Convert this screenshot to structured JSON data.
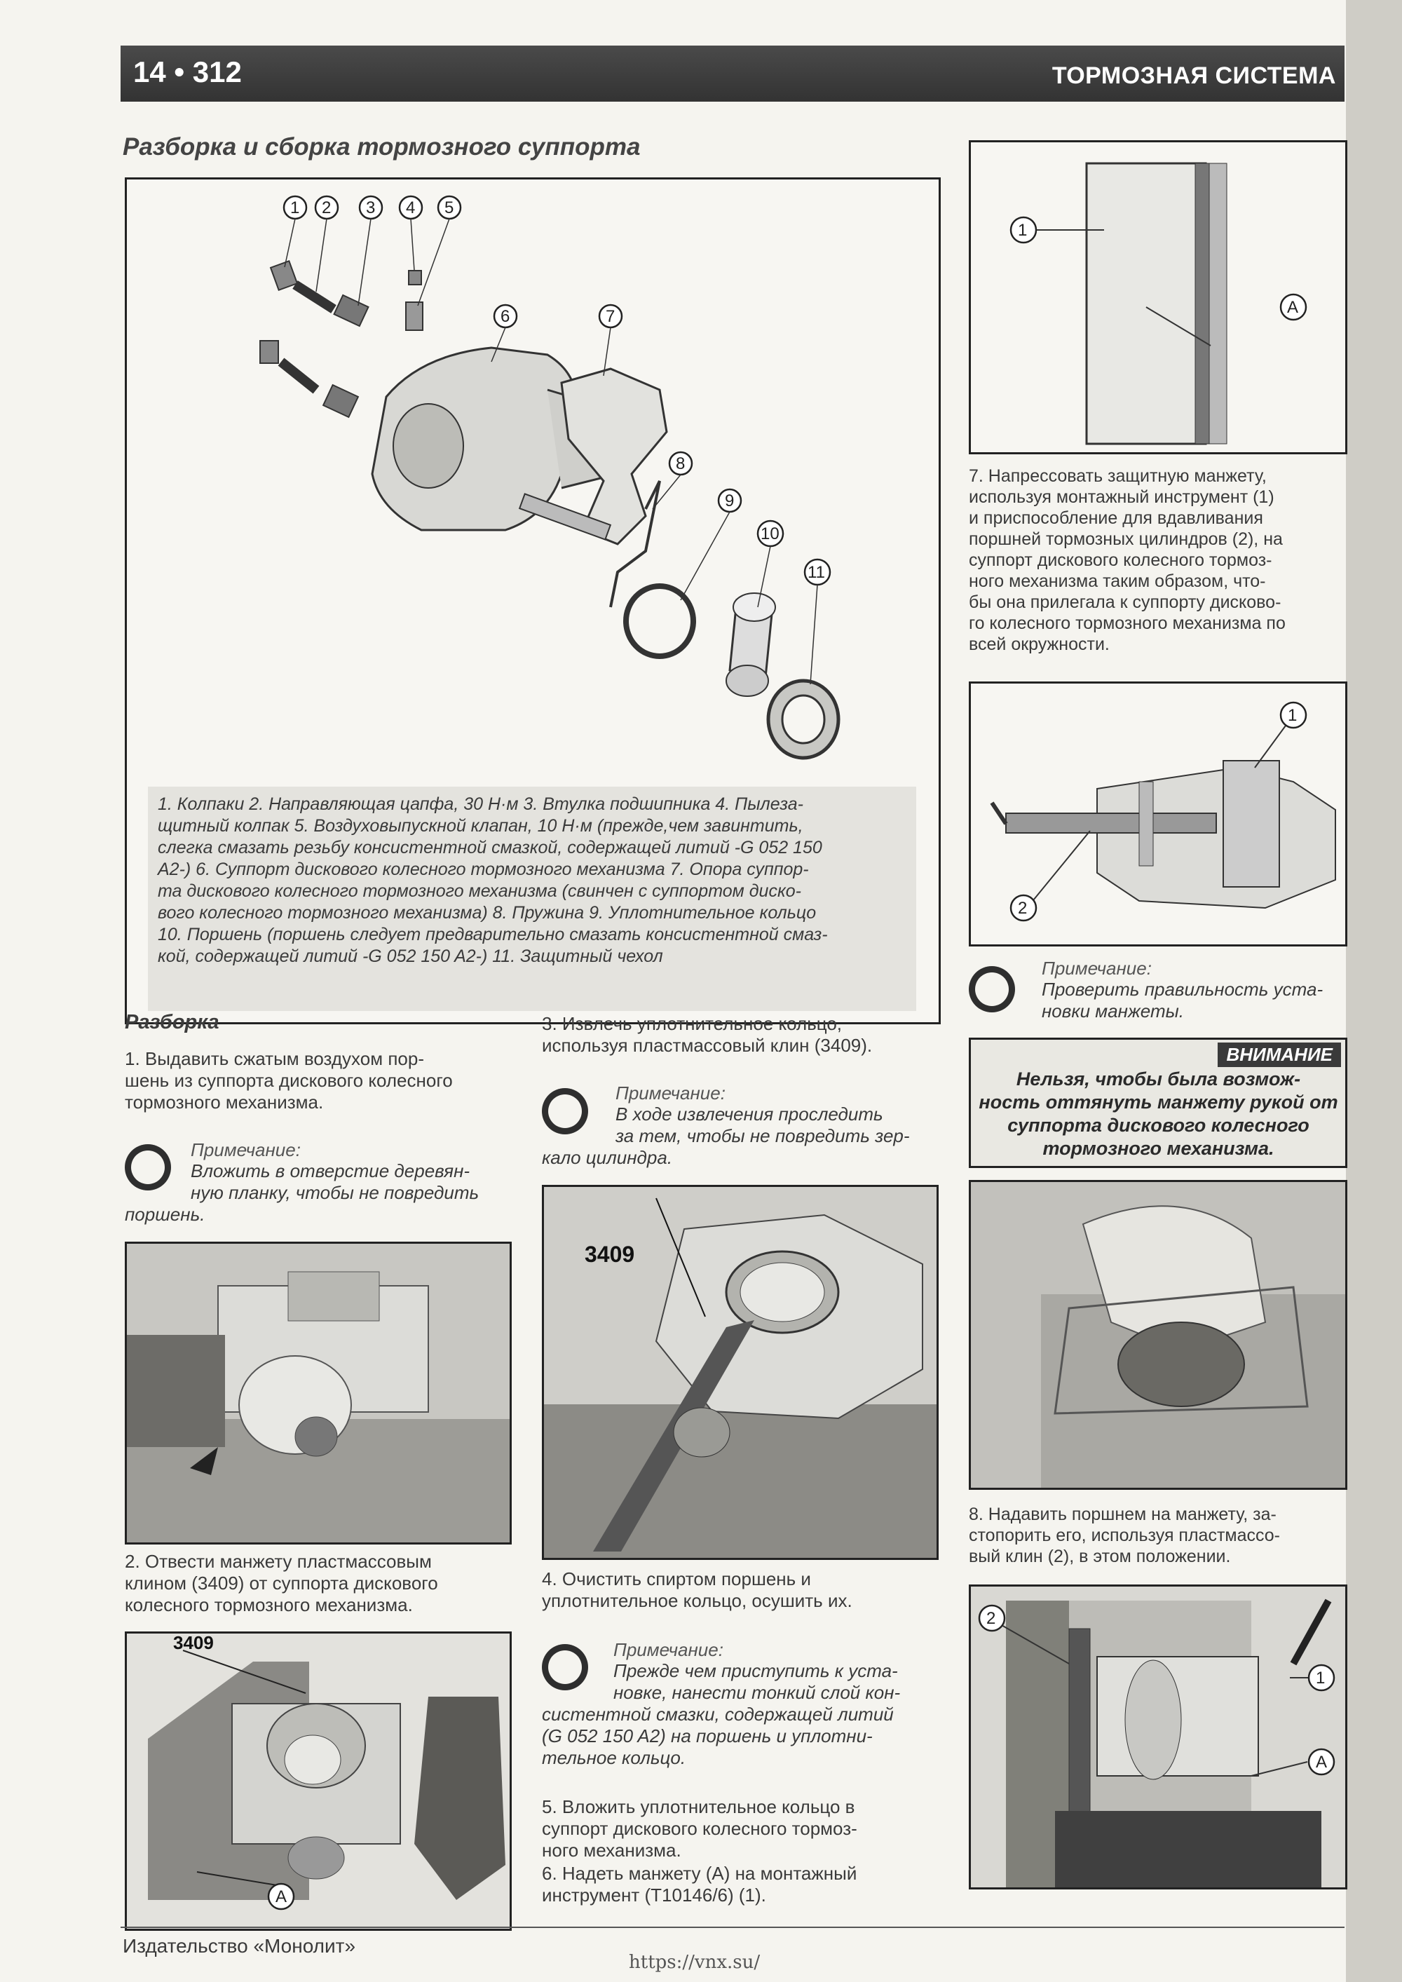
{
  "header": {
    "chapter_page": "14 • 312",
    "section": "ТОРМОЗНАЯ СИСТЕМА"
  },
  "title": "Разборка и сборка тормозного суппорта",
  "exploded_view": {
    "callouts": [
      "1",
      "2",
      "3",
      "4",
      "5",
      "6",
      "7",
      "8",
      "9",
      "10",
      "11"
    ],
    "legend_lines": [
      "1. Колпаки 2. Направляющая цапфа, 30 Н·м 3. Втулка подшипника 4. Пылеза-",
      "щитный колпак 5. Воздуховыпускной клапан, 10 Н·м (прежде,чем завинтить,",
      "слегка смазать резьбу консистентной смазкой, содержащей литий -G 052 150",
      "A2-) 6. Суппорт дискового колесного тормозного механизма 7. Опора суппор-",
      "та дискового колесного тормозного механизма (свинчен с суппортом диско-",
      "вого колесного тормозного механизма) 8. Пружина 9. Уплотнительное кольцо",
      "10. Поршень (поршень следует предварительно смазать консистентной смаз-",
      "кой, содержащей литий -G 052 150 A2-) 11. Защитный чехол"
    ]
  },
  "disassembly": {
    "heading": "Разборка",
    "step1": [
      "1. Выдавить сжатым воздухом пор-",
      "шень из суппорта дискового колесного",
      "тормозного механизма."
    ],
    "note1_label": "Примечание:",
    "note1": [
      "Вложить в отверстие деревян-",
      "ную планку, чтобы не повредить",
      "поршень."
    ],
    "step2": [
      "2. Отвести манжету пластмассовым",
      "клином (3409) от суппорта дискового",
      "колесного тормозного механизма."
    ],
    "photo2_label": "3409",
    "photo2_callout": "A"
  },
  "middle": {
    "step3": [
      "3. Извлечь уплотнительное кольцо,",
      "используя пластмассовый клин (3409)."
    ],
    "note2_label": "Примечание:",
    "note2": [
      "В ходе извлечения проследить",
      "за тем, чтобы не повредить зер-",
      "кало цилиндра."
    ],
    "photo3_label": "3409",
    "step4": [
      "4. Очистить спиртом поршень и",
      "уплотнительное кольцо, осушить их."
    ],
    "note3_label": "Примечание:",
    "note3": [
      "Прежде чем приступить к уста-",
      "новке, нанести тонкий слой кон-",
      "систентной смазки, содержащей литий",
      "(G 052 150 A2) на поршень и уплотни-",
      "тельное кольцо."
    ],
    "step5": [
      "5. Вложить уплотнительное кольцо в",
      "суппорт дискового колесного тормоз-",
      "ного механизма."
    ],
    "step6": [
      "6. Надеть манжету (A) на монтажный",
      "инструмент (T10146/6) (1)."
    ]
  },
  "right": {
    "fig1_callouts": [
      "1",
      "A"
    ],
    "step7": [
      "7. Напрессовать защитную манжету,",
      "используя монтажный инструмент (1)",
      "и приспособление для вдавливания",
      "поршней тормозных цилиндров (2), на",
      "суппорт дискового колесного тормоз-",
      "ного механизма таким образом, что-",
      "бы она прилегала к суппорту дисково-",
      "го колесного тормозного механизма по",
      "всей окружности."
    ],
    "fig2_callouts": [
      "1",
      "2"
    ],
    "note4_label": "Примечание:",
    "note4": [
      "Проверить правильность уста-",
      "новки манжеты."
    ],
    "warning_title": "ВНИМАНИЕ",
    "warning": [
      "Нельзя, чтобы была возмож-",
      "ность оттянуть манжету рукой от",
      "суппорта дискового колесного",
      "тормозного механизма."
    ],
    "step8": [
      "8. Надавить поршнем на манжету, за-",
      "стопорить его, используя пластмассо-",
      "вый клин (2), в этом положении."
    ],
    "fig4_callouts": [
      "2",
      "1",
      "A"
    ]
  },
  "footer": {
    "publisher": "Издательство «Монолит»",
    "url": "https://vnx.su/"
  }
}
